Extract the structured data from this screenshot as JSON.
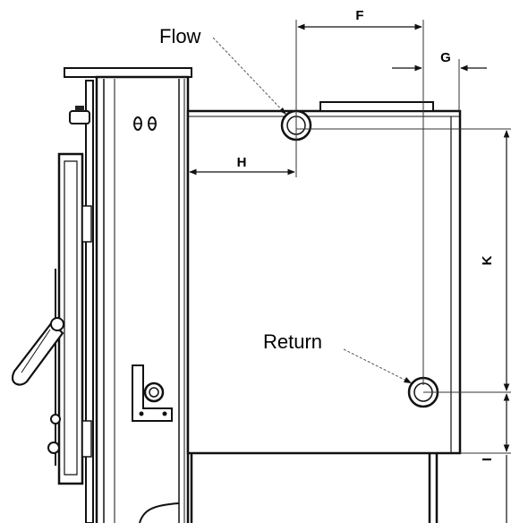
{
  "labels": {
    "flow": "Flow",
    "return": "Return",
    "dim_f": "F",
    "dim_g": "G",
    "dim_h": "H",
    "dim_k": "K",
    "dim_i": "I"
  },
  "colors": {
    "line": "#111111",
    "background": "#ffffff",
    "leader": "#555555"
  }
}
